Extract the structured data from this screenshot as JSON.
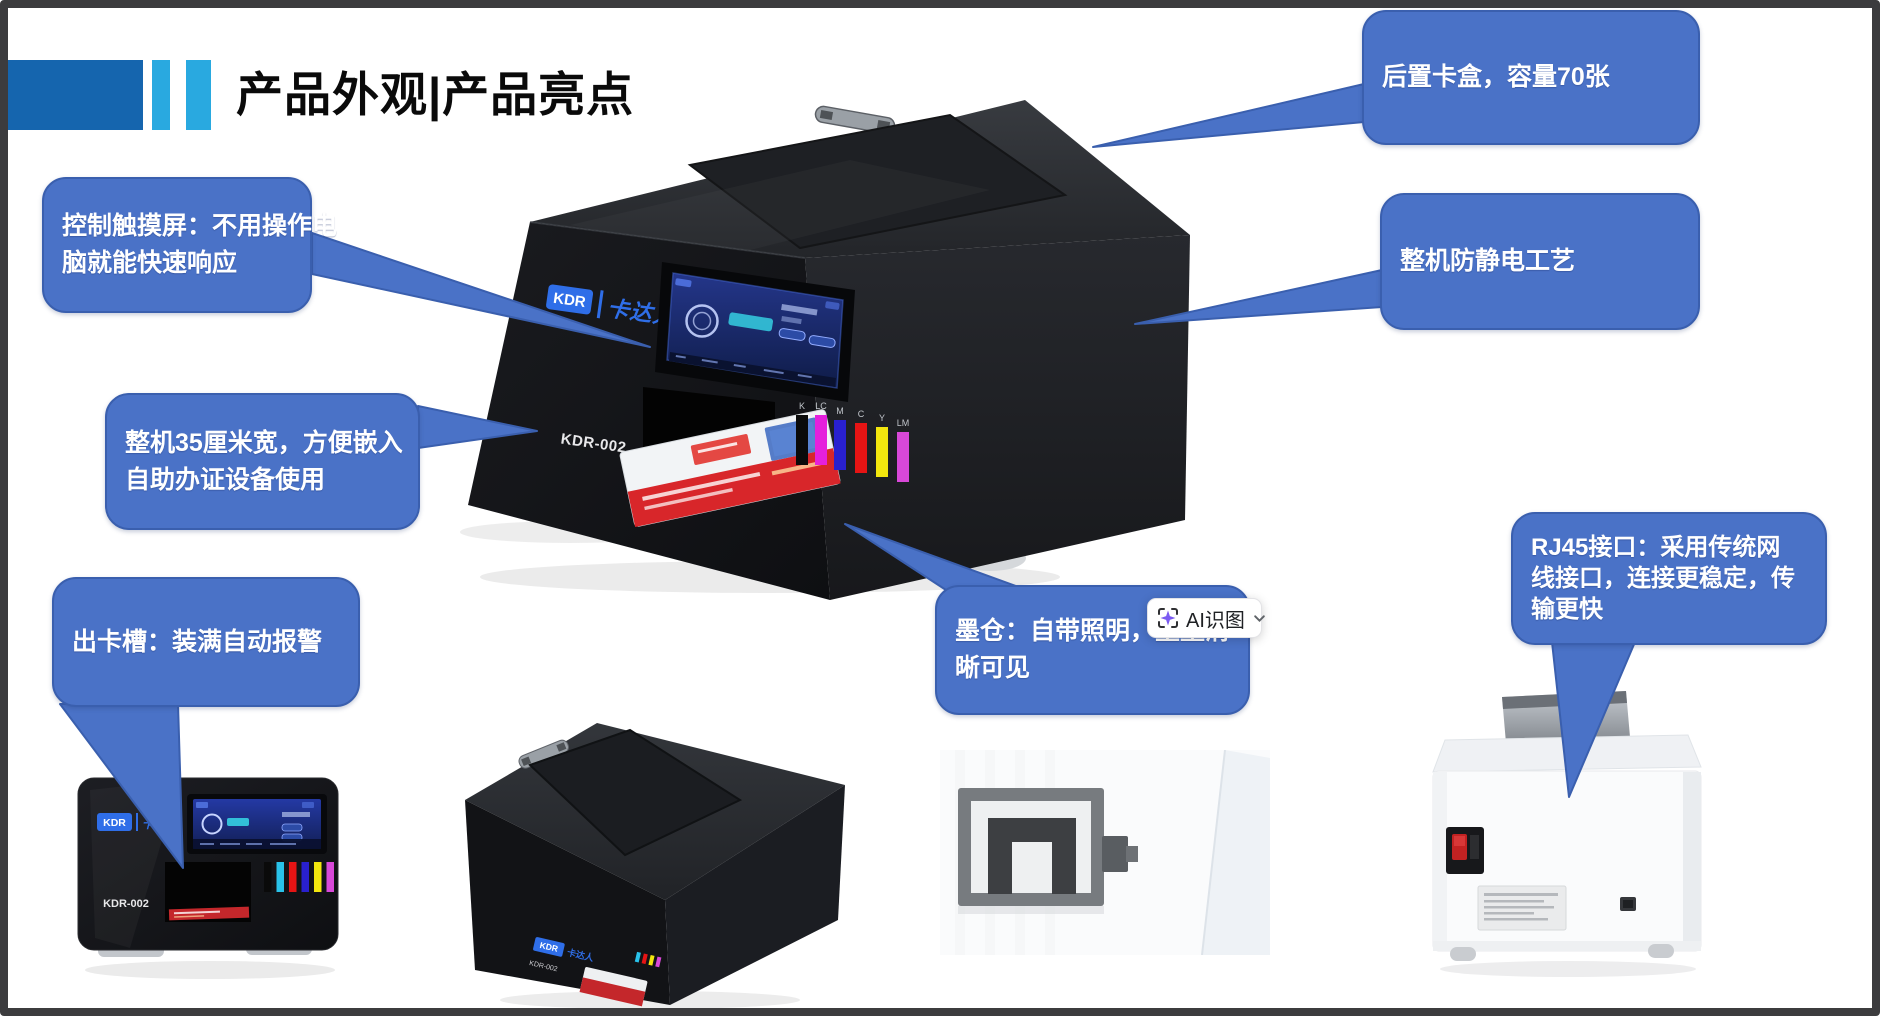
{
  "frame": {
    "border_color": "#3c3c3e",
    "background": "#ffffff"
  },
  "header": {
    "title": "产品外观|产品亮点",
    "bar_color": "#1565ae",
    "stripe_color": "#29a9e0"
  },
  "callouts": {
    "fill": "#4a72c7",
    "stroke": "#3a5fae",
    "text_color": "#ffffff",
    "touch_screen": [
      "控制触摸屏：不用操作电",
      "脑就能快速响应"
    ],
    "rear_card_box": [
      "后置卡盒，容量70张"
    ],
    "antistatic": [
      "整机防静电工艺"
    ],
    "embed_width": [
      "整机35厘米宽，方便嵌入",
      "自助办证设备使用"
    ],
    "card_exit": [
      "出卡槽：装满自动报警"
    ],
    "ink_tank": [
      "墨仓：自带照明，墨量清",
      "晰可见"
    ],
    "rj45": [
      "RJ45接口：采用传统网",
      "线接口，连接更稳定，传",
      "输更快"
    ]
  },
  "ai_widget": {
    "label": "AI识图",
    "icon_color": "#7b5bf2"
  },
  "device": {
    "brand": "KDR",
    "brand_name": "卡达人",
    "model": "KDR-002",
    "ink_labels": [
      "K",
      "LC",
      "M",
      "C",
      "Y",
      "LM"
    ],
    "ink_colors": [
      "#0a0a0a",
      "#e520dc",
      "#2920cf",
      "#e61414",
      "#f2e60e",
      "#d848d8"
    ],
    "front_ink_colors": [
      "#0a0a0a",
      "#29c2ea",
      "#e61414",
      "#2920cf",
      "#f2e60e",
      "#d848d8"
    ]
  }
}
